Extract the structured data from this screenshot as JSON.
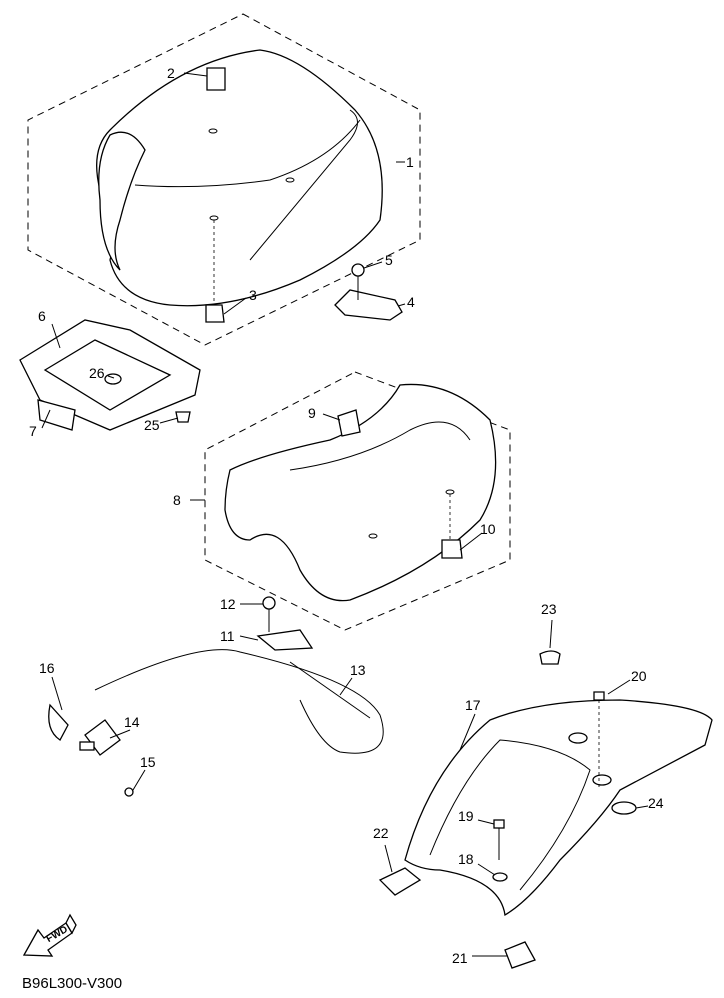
{
  "diagram_code": "B96L300-V300",
  "fwd_label": "FWD",
  "callouts": [
    "1",
    "2",
    "3",
    "4",
    "5",
    "6",
    "7",
    "8",
    "9",
    "10",
    "11",
    "12",
    "13",
    "14",
    "15",
    "16",
    "17",
    "18",
    "19",
    "20",
    "21",
    "22",
    "23",
    "24",
    "25",
    "26"
  ]
}
